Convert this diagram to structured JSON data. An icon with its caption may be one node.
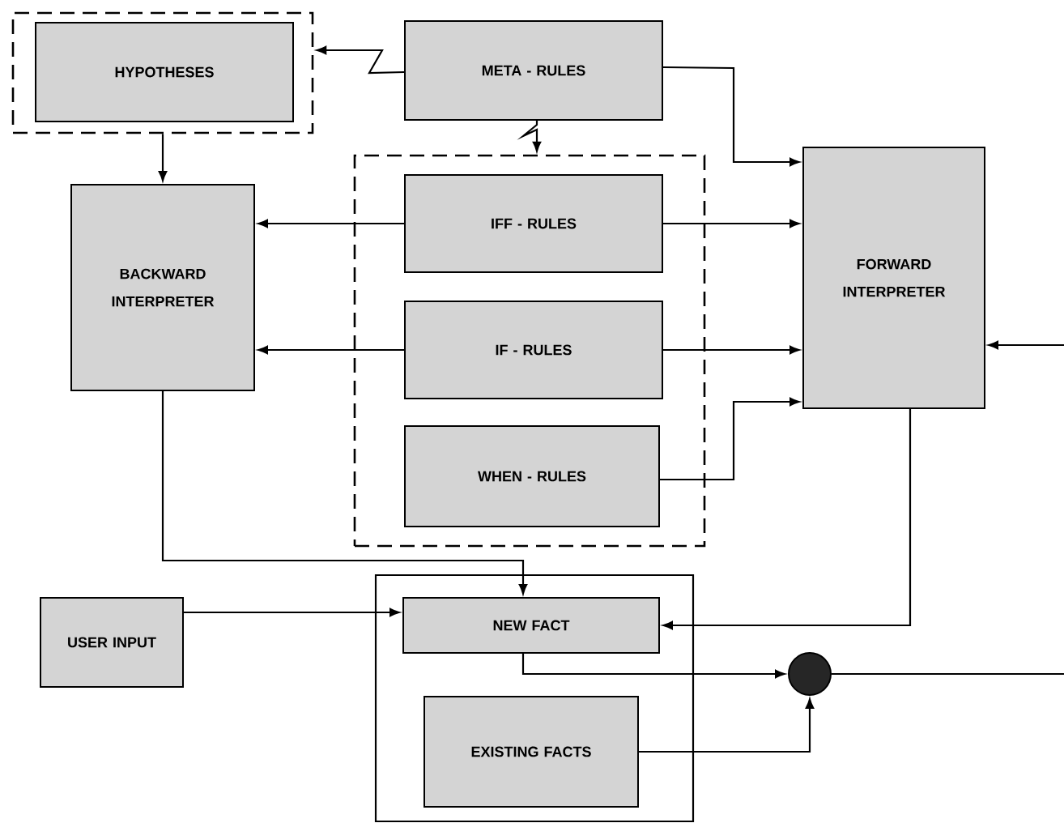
{
  "diagram": {
    "nodes": [
      {
        "text": [],
        "shape": "box"
      },
      {
        "text": [
          "HYPOTHESES"
        ],
        "in": 0
      },
      {
        "text": [
          "META - RULES"
        ]
      },
      {
        "text": [
          "BACKWARD INTERPRETER"
        ]
      },
      {
        "text": [],
        "shape": "box"
      },
      {
        "text": [
          "IFF - RULES"
        ],
        "in": 4
      },
      {
        "text": [
          "IF - RULES"
        ],
        "in": 4
      },
      {
        "text": [
          "WHEN - RULES"
        ],
        "in": 4
      },
      {
        "text": [
          "FORWARD INTERPRETER"
        ]
      },
      {
        "text": [],
        "shape": "box"
      },
      {
        "text": [
          "USER INPUT"
        ]
      },
      {
        "text": [
          "NEW FACT"
        ],
        "in": 9
      },
      {
        "text": [
          "EXISTING FACTS"
        ],
        "in": 9
      },
      {
        "text": [],
        "shape": "circle"
      }
    ],
    "edges": [
      {
        "from": 2,
        "to": 0,
        "arrow": "to"
      },
      {
        "from": 2,
        "to": 4,
        "arrow": "to"
      },
      {
        "from": 2,
        "to": 8,
        "arrow": "to"
      },
      {
        "from": 0,
        "to": 3,
        "arrow": "to"
      },
      {
        "from": 5,
        "to": 3,
        "arrow": "to"
      },
      {
        "from": 5,
        "to": 8,
        "arrow": "to"
      },
      {
        "from": 6,
        "to": 3,
        "arrow": "to"
      },
      {
        "from": 6,
        "to": 8,
        "arrow": "to"
      },
      {
        "from": 7,
        "to": 8,
        "arrow": "to"
      },
      {
        "from": 3,
        "to": 11,
        "arrow": "to"
      },
      {
        "from": 8,
        "to": 11,
        "arrow": "to"
      },
      {
        "from": 10,
        "to": 11,
        "arrow": "to"
      },
      {
        "from": 11,
        "to": 13,
        "arrow": "to"
      },
      {
        "from": 12,
        "to": 13,
        "arrow": "to"
      },
      {
        "from": 13,
        "to": null,
        "arrow": "none"
      },
      {
        "from": null,
        "to": 8,
        "arrow": "to"
      }
    ]
  }
}
